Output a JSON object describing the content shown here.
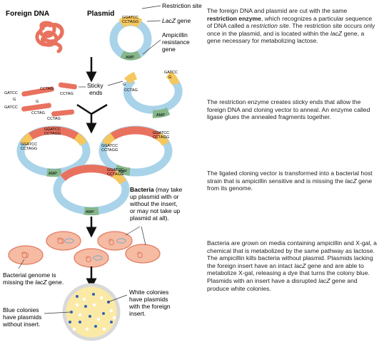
{
  "labels": {
    "foreign_dna": "Foreign DNA",
    "plasmid": "Plasmid",
    "restriction_site": "Restriction site",
    "lacz_gene_italic": "LacZ",
    "lacz_gene_rest": "gene",
    "ampicillin_line1": "Ampicillin",
    "ampicillin_line2": "resistance",
    "ampicillin_line3": "gene",
    "amp": "AMP",
    "sticky_line1": "Sticky",
    "sticky_line2": "ends",
    "seq_top": "GGATCC",
    "seq_bottom": "CCTAGG",
    "frag_gatcc": "GATCC",
    "frag_g": "G",
    "frag_cctag": "CCTAG",
    "bacteria_bold": "Bacteria",
    "bacteria_line1": "(may take",
    "bacteria_line2": "up plasmid with or",
    "bacteria_line3": "without the insert,",
    "bacteria_line4": "or may not take up",
    "bacteria_line5": "plasmid at all).",
    "genome_line1": "Bacterial genome is",
    "genome_line2a": "missing the",
    "genome_line2b": "lacZ",
    "genome_line2c": "gene.",
    "white_line1": "White colonies",
    "white_line2": "have plasmids",
    "white_line3": "with the foreign",
    "white_line4": "insert.",
    "blue_line1": "Blue colonies",
    "blue_line2": "have plasmids",
    "blue_line3": "without insert."
  },
  "descriptions": [
    {
      "p1": "The foreign DNA and plasmid are cut with the same ",
      "b1": "restriction enzyme",
      "p2": ", which recognizes a particular sequence of DNA called a ",
      "i1": "restriction site",
      "p3": ". The restriction site occurs only once in the plasmid, and is located within the ",
      "i2": "lacZ",
      "p4": " gene, a gene necessary for metabolizing lactose."
    },
    {
      "p1": "The restriction enzyme creates sticky ends that allow the foreign DNA and cloning vector to anneal. An enzyme called ligase glues the annealed fragments together."
    },
    {
      "p1": "The ligated cloning vector is transformed into a bacterial host strain that is ampicillin sensitive and is missing the ",
      "i1": "lacZ",
      "p2": " gene from its genome."
    },
    {
      "p1": "Bacteria are grown on media containing ampicillin and X-gal, a chemical that is metabolized by the same pathway as lactose. The ampicillin kills bacteria without plasmid. Plasmids lacking the foreign insert have an intact ",
      "i1": "lacZ",
      "p2": " gene and are able to metabolize X-gal, releasing a dye that turns the colony blue. Plasmids with an insert have a disrupted ",
      "i2": "lacZ",
      "p3": " gene and produce white colonies."
    }
  ],
  "colors": {
    "plasmid_blue": "#a9d3e8",
    "dna_red": "#e9725f",
    "site_yellow": "#f6c75d",
    "amp_green": "#86b68a",
    "bacteria_fill": "#f6bba3",
    "bacteria_stroke": "#e07a5f",
    "dish_fill": "#fbe9a6",
    "colony_blue": "#2e63b8",
    "arrow_black": "#111111"
  }
}
